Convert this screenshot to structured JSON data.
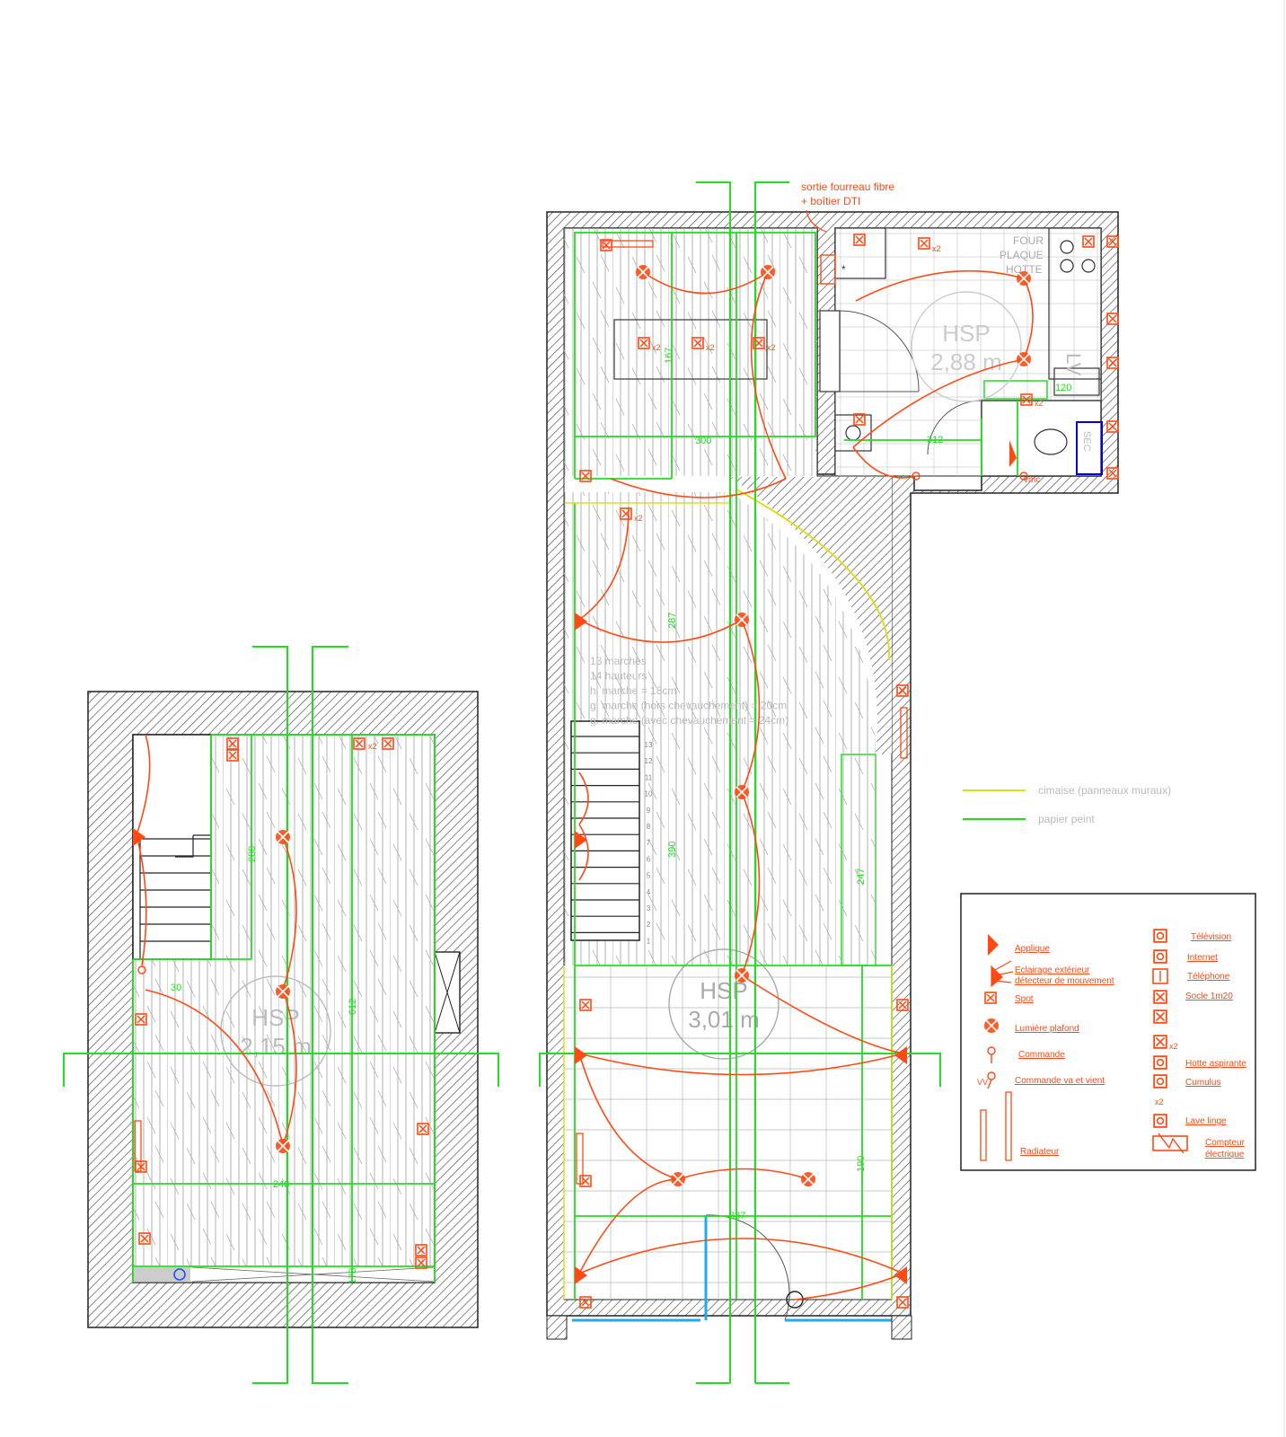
{
  "colors": {
    "wall_hatch": "#555555",
    "wall_outline": "#222222",
    "electric": "#ff4a14",
    "green": "#22dd22",
    "yellow": "#dddd22",
    "blue": "#1e90ff",
    "cyan": "#22aaee",
    "gray_text": "#cccccc",
    "floor_line": "#888888"
  },
  "annotations": {
    "fiber_note_1": "sortie fourreau fibre",
    "fiber_note_2": "+ boîtier DTI"
  },
  "kitchen": {
    "appliance_1": "FOUR",
    "appliance_2": "PLAQUE",
    "appliance_3": "HOTTE",
    "hsp_label": "HSP",
    "hsp_value": "2,88 m",
    "vmc_label": "vmc",
    "lv_label": "LV",
    "sec_label": "SEC"
  },
  "ground": {
    "hsp_label": "HSP",
    "hsp_value": "3,01 m"
  },
  "upper": {
    "hsp_label": "HSP",
    "hsp_value": "2,15 m"
  },
  "stairs_note": [
    "13 marches",
    "14 hauteurs",
    "h. marche = 18cm",
    "g. marche (hors chevauchement) = 20cm",
    "g. marche (avec chevauchement = 24cm)"
  ],
  "stair_numbers": [
    "13",
    "12",
    "11",
    "10",
    "9",
    "8",
    "7",
    "6",
    "5",
    "4",
    "3",
    "2",
    "1"
  ],
  "dimensions": {
    "d300": "300",
    "d167": "167",
    "d312": "312",
    "d120": "120",
    "d287": "287",
    "d390": "390",
    "d247": "247",
    "d387": "387",
    "d190": "190",
    "u280": "280",
    "u612": "612",
    "u248": "248",
    "u30": "30",
    "u178": "178"
  },
  "line_legend": {
    "yellow_label": "cimaise (panneaux muraux)",
    "green_label": "papier peint"
  },
  "legend": {
    "left_items": [
      "Applique",
      "Eclairage extérieur",
      "détecteur de mouvement",
      "Spot",
      "Lumière plafond",
      "Commande",
      "Commande va et vient",
      "Radiateur"
    ],
    "right_items": [
      "Télévision",
      "Internet",
      "Téléphone",
      "Socle 1m20",
      "Hotte aspirante",
      "Cumulus",
      "Lave linge",
      "Compteur",
      "électrique"
    ],
    "x2_label": "x2",
    "vv_label": "VV"
  },
  "multiplier": "x2"
}
